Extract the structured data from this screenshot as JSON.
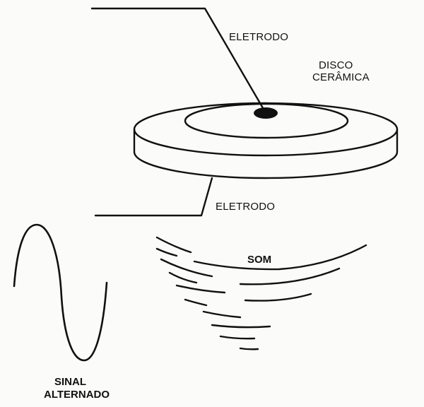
{
  "labels": {
    "eletrodo_top": "ELETRODO",
    "eletrodo_bottom": "ELETRODO",
    "disco_line1": "DISCO",
    "disco_line2": "CERÂMICA",
    "som": "SOM",
    "sinal_line1": "SINAL",
    "sinal_line2": "ALTERNADO"
  },
  "colors": {
    "ink": "#111111",
    "paper": "#fbfbf9"
  }
}
